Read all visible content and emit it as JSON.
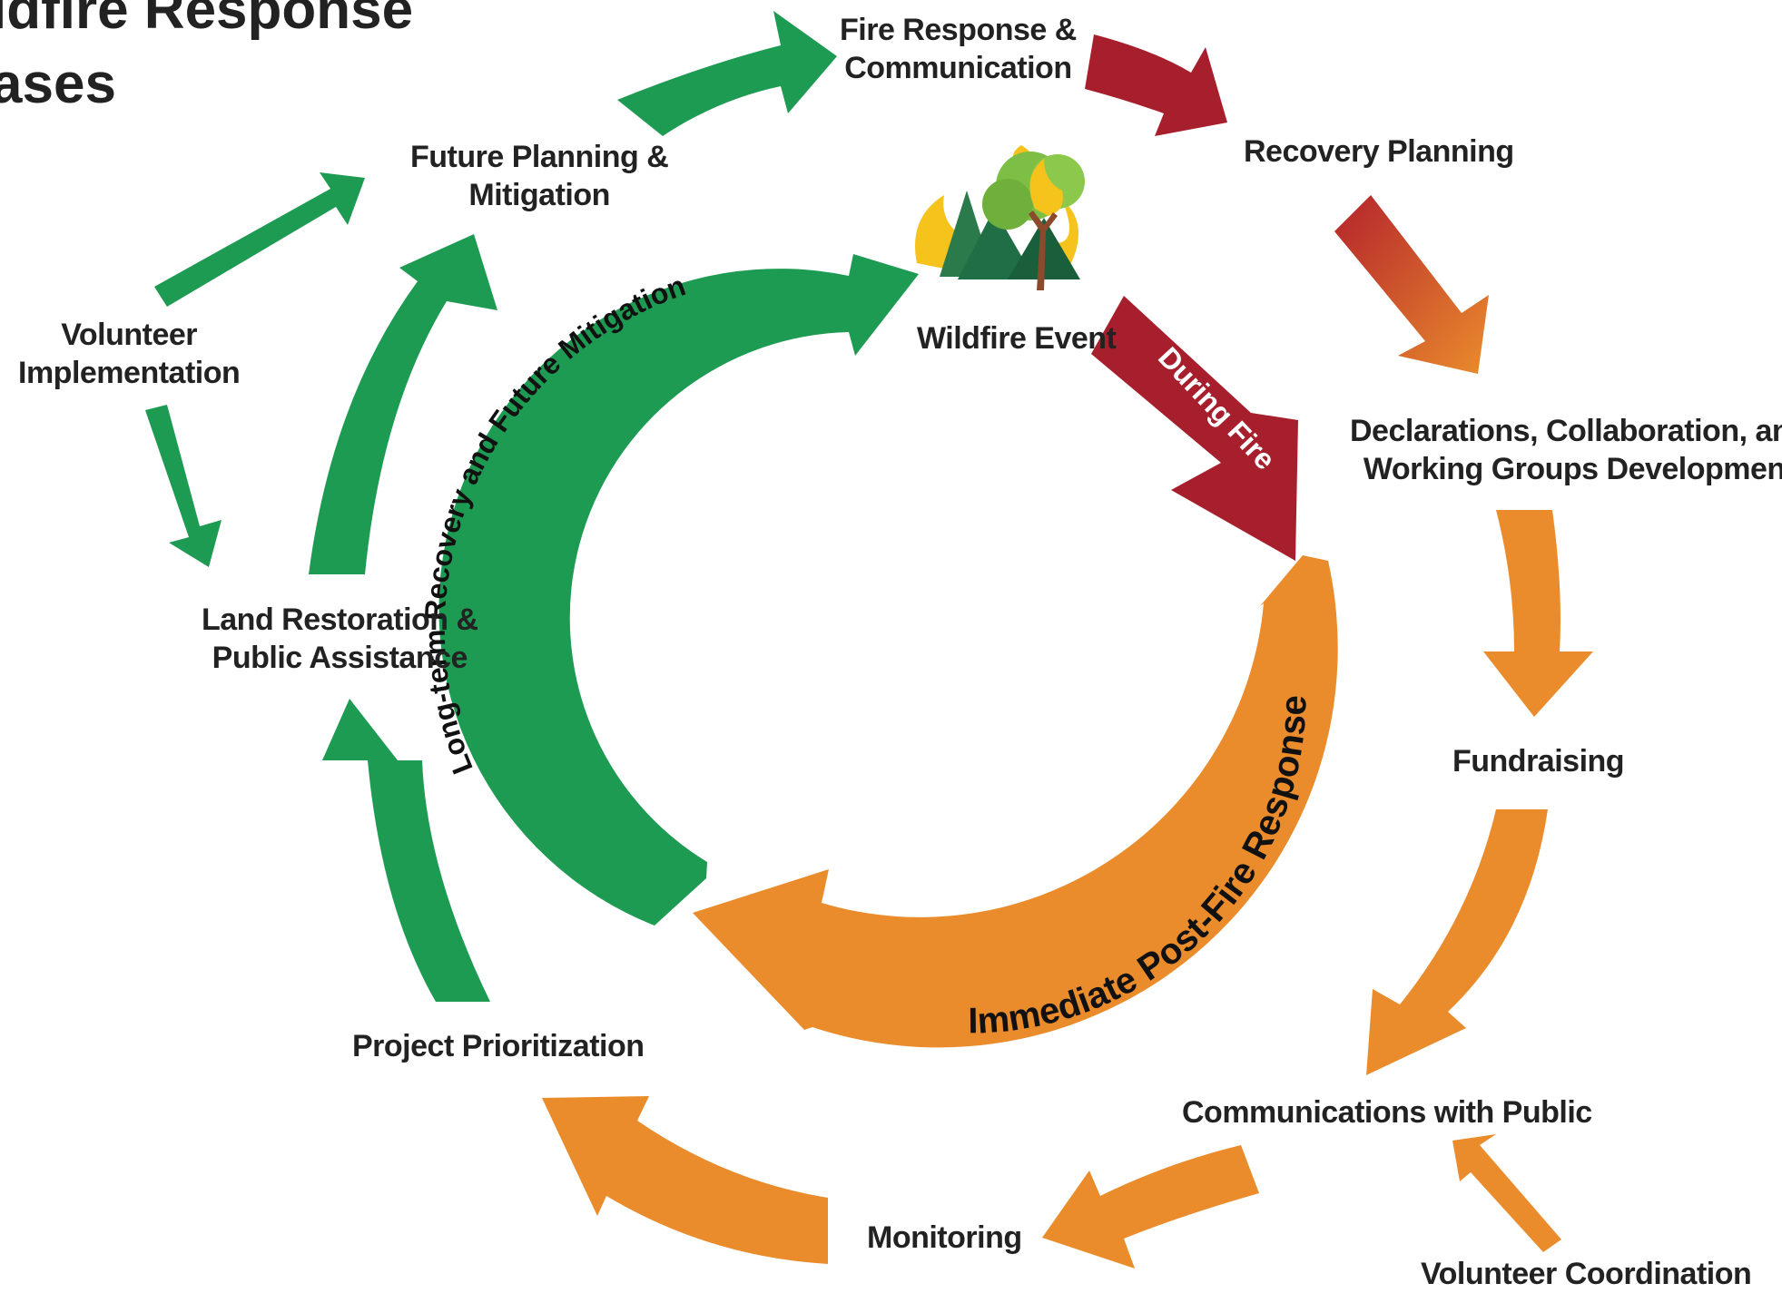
{
  "title": {
    "line1": "ldfire Response",
    "line2": "ases"
  },
  "colors": {
    "green": "#1e9b53",
    "red": "#a71f2c",
    "orange": "#ea8c2c",
    "text": "#222222"
  },
  "center": {
    "icon": "burning-trees-icon",
    "label": "Wildfire Event"
  },
  "inner_cycle": {
    "during_fire": "During Fire",
    "immediate": "Immediate Post-Fire Response",
    "long_term": "Long-term Recovery and Future Mitigation"
  },
  "outer_steps": {
    "fire_response_l1": "Fire Response &",
    "fire_response_l2": "Communication",
    "recovery_planning": "Recovery Planning",
    "declarations_l1": "Declarations, Collaboration, and",
    "declarations_l2": "Working Groups Development",
    "fundraising": "Fundraising",
    "communications_public": "Communications with Public",
    "volunteer_coordination": "Volunteer Coordination",
    "monitoring": "Monitoring",
    "project_prioritization": "Project Prioritization",
    "land_restoration_l1": "Land Restoration &",
    "land_restoration_l2": "Public Assistance",
    "volunteer_impl_l1": "Volunteer",
    "volunteer_impl_l2": "Implementation",
    "future_planning_l1": "Future Planning &",
    "future_planning_l2": "Mitigation"
  }
}
